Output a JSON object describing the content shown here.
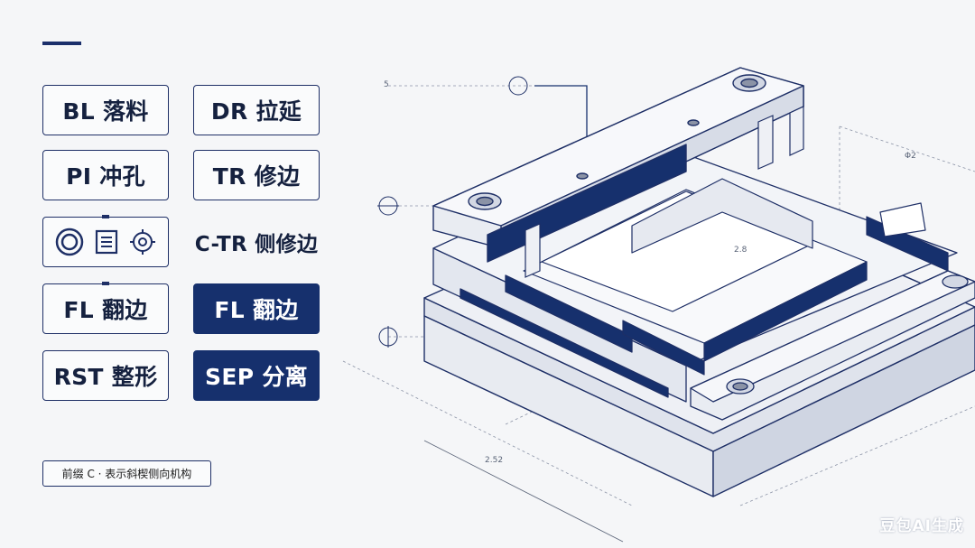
{
  "tiles": {
    "bl": "BL 落料",
    "dr": "DR 拉延",
    "pi": "PI 冲孔",
    "tr": "TR 修边",
    "ctr": "C-TR 侧修边",
    "fl_left": "FL 翻边",
    "fl_right": "FL 翻边",
    "rst": "RST 整形",
    "sep": "SEP 分离"
  },
  "icons": [
    "concentric-circle-icon",
    "framed-list-icon",
    "gear-target-icon"
  ],
  "note": "前缀 C · 表示斜楔侧向机构",
  "dims": {
    "top_left": "5",
    "right_small": "Φ2",
    "center": "2.8",
    "bottom": "2.52"
  },
  "watermark": "豆包AI生成",
  "colors": {
    "navy": "#16306d",
    "line": "#1e2f66",
    "background": "#f5f6f8"
  }
}
